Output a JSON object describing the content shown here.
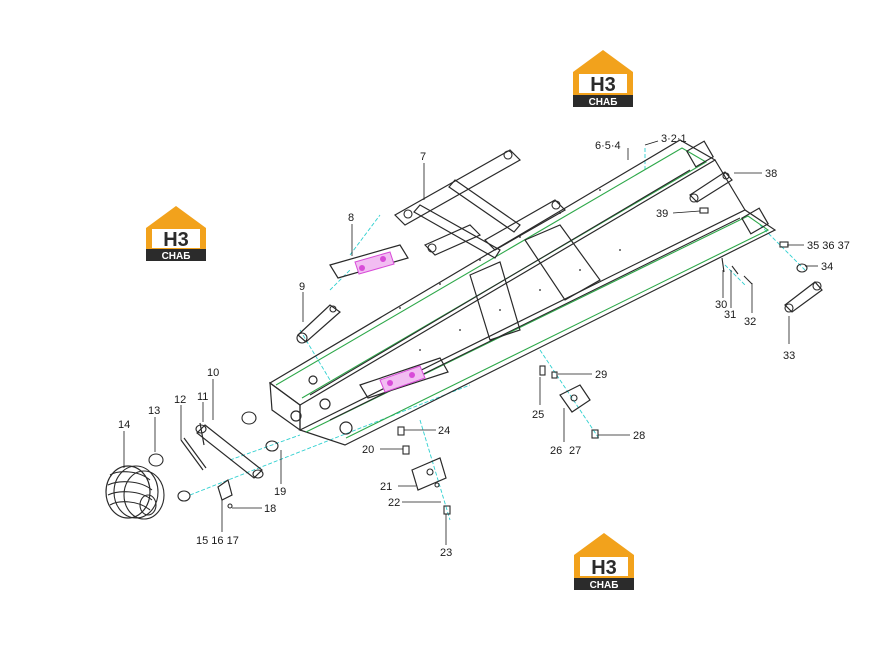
{
  "logos": [
    {
      "id": "logo-top",
      "top": "Н3",
      "bottom": "СНАБ"
    },
    {
      "id": "logo-left",
      "top": "Н3",
      "bottom": "СНАБ"
    },
    {
      "id": "logo-bottom",
      "top": "Н3",
      "bottom": "СНАБ"
    }
  ],
  "colors": {
    "logo_orange": "#f2a21c",
    "logo_dark": "#2b2b2b",
    "highlight": "#d84bd8",
    "assembly_green": "#2ea84a",
    "axis_cyan": "#2fd0d0"
  },
  "labels": {
    "l1": "3·2·1",
    "l2": "6·5·4",
    "l3": "7",
    "l4": "38",
    "l5": "39",
    "l6": "8",
    "l7": "35 36 37",
    "l8": "34",
    "l9": "9",
    "l10": "30",
    "l11": "31",
    "l12": "32",
    "l13": "33",
    "l14": "10",
    "l15": "29",
    "l16": "11",
    "l17": "12",
    "l18": "13",
    "l19": "14",
    "l20": "25",
    "l21": "24",
    "l22": "28",
    "l23": "20",
    "l24": "26",
    "l25": "27",
    "l26": "19",
    "l27": "18",
    "l28": "21",
    "l29": "22",
    "l30": "15 16 17",
    "l31": "23"
  }
}
